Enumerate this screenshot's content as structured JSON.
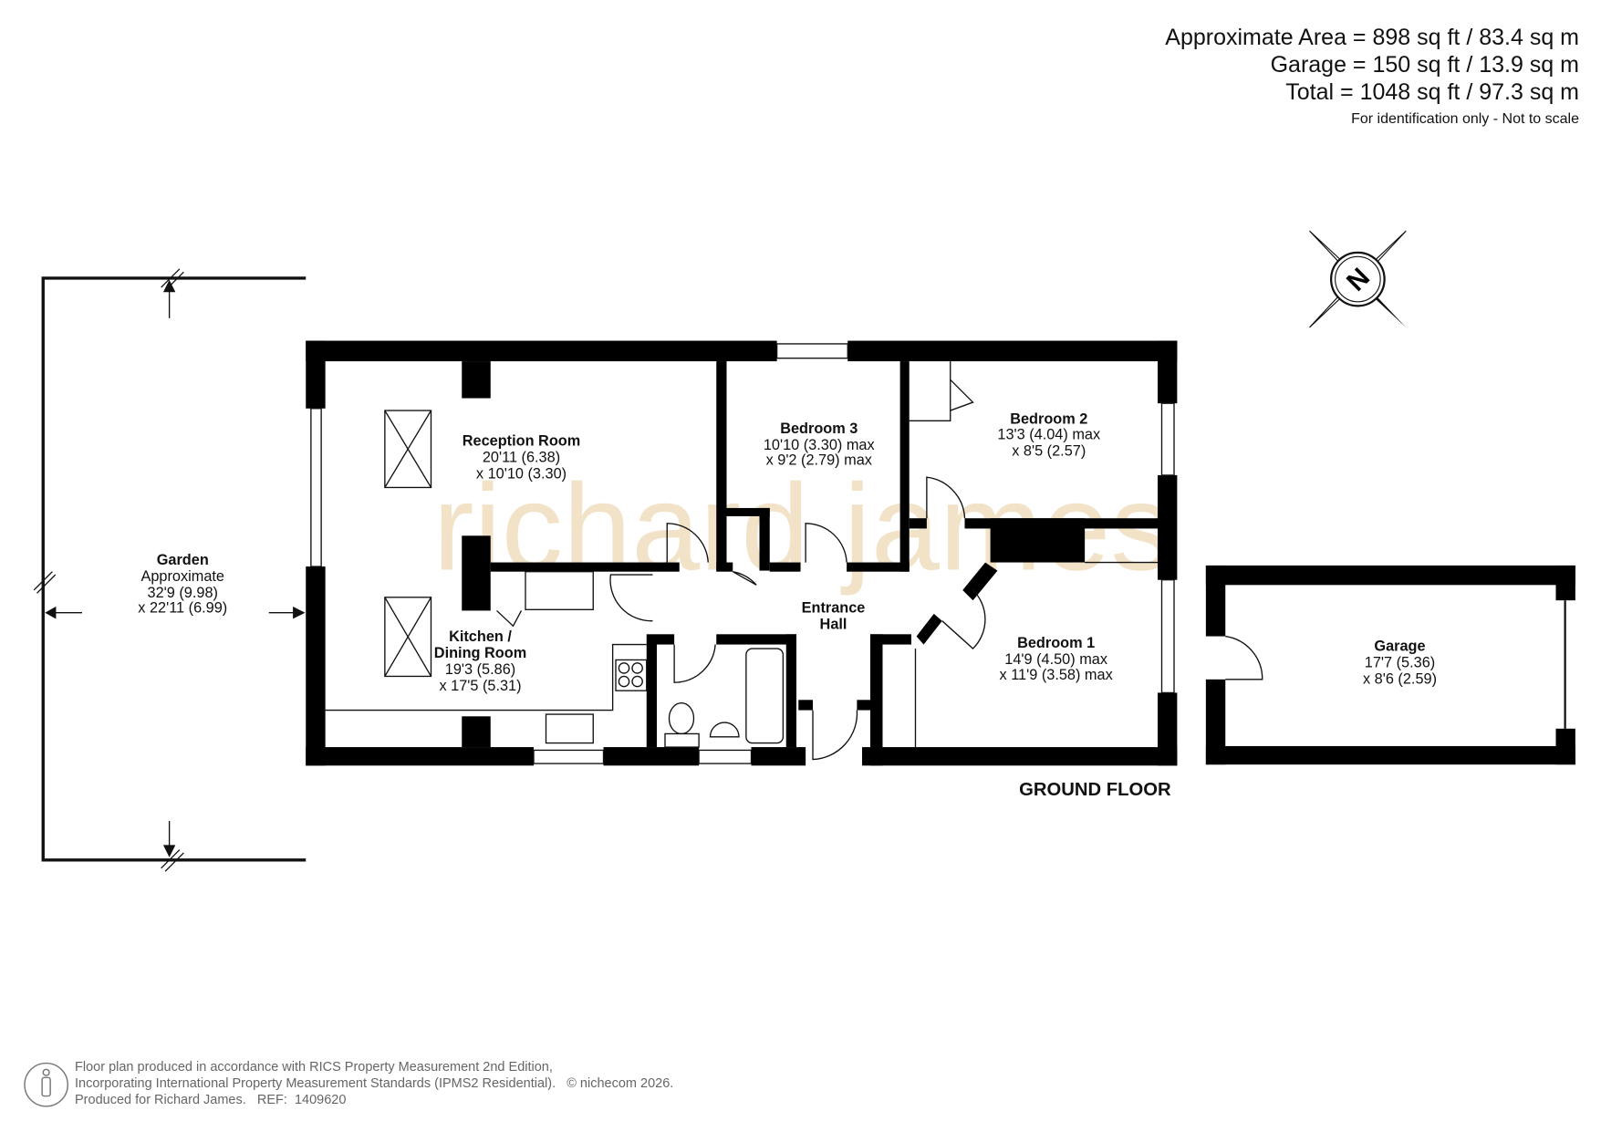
{
  "areas": {
    "approximate": "Approximate Area = 898 sq ft / 83.4 sq m",
    "garage": "Garage = 150 sq ft / 13.9 sq m",
    "total": "Total = 1048 sq ft / 97.3 sq m",
    "note": "For identification only - Not to scale"
  },
  "watermark": "richard james",
  "floor_label": "GROUND FLOOR",
  "compass": {
    "label": "N",
    "icon": "north-compass-icon"
  },
  "rooms": {
    "garden": {
      "name": "Garden",
      "l1": "Approximate",
      "l2": "32'9 (9.98)",
      "l3": "x 22'11 (6.99)"
    },
    "reception": {
      "name": "Reception Room",
      "l1": "20'11 (6.38)",
      "l2": "x 10'10 (3.30)"
    },
    "kitchen": {
      "name1": "Kitchen /",
      "name2": "Dining Room",
      "l1": "19'3 (5.86)",
      "l2": "x 17'5 (5.31)"
    },
    "bedroom3": {
      "name": "Bedroom 3",
      "l1": "10'10 (3.30) max",
      "l2": "x 9'2 (2.79) max"
    },
    "bedroom2": {
      "name": "Bedroom 2",
      "l1": "13'3 (4.04) max",
      "l2": "x 8'5 (2.57)"
    },
    "hall": {
      "name1": "Entrance",
      "name2": "Hall"
    },
    "bedroom1": {
      "name": "Bedroom 1",
      "l1": "14'9 (4.50) max",
      "l2": "x 11'9 (3.58) max"
    },
    "garage": {
      "name": "Garage",
      "l1": "17'7 (5.36)",
      "l2": "x 8'6 (2.59)"
    }
  },
  "footer": {
    "line1": "Floor plan produced in accordance with RICS Property Measurement 2nd Edition,",
    "line2": "Incorporating International Property Measurement Standards (IPMS2 Residential).",
    "copyright": "© nichecom 2026.",
    "line3": "Produced for Richard James.   REF:  1409620"
  }
}
